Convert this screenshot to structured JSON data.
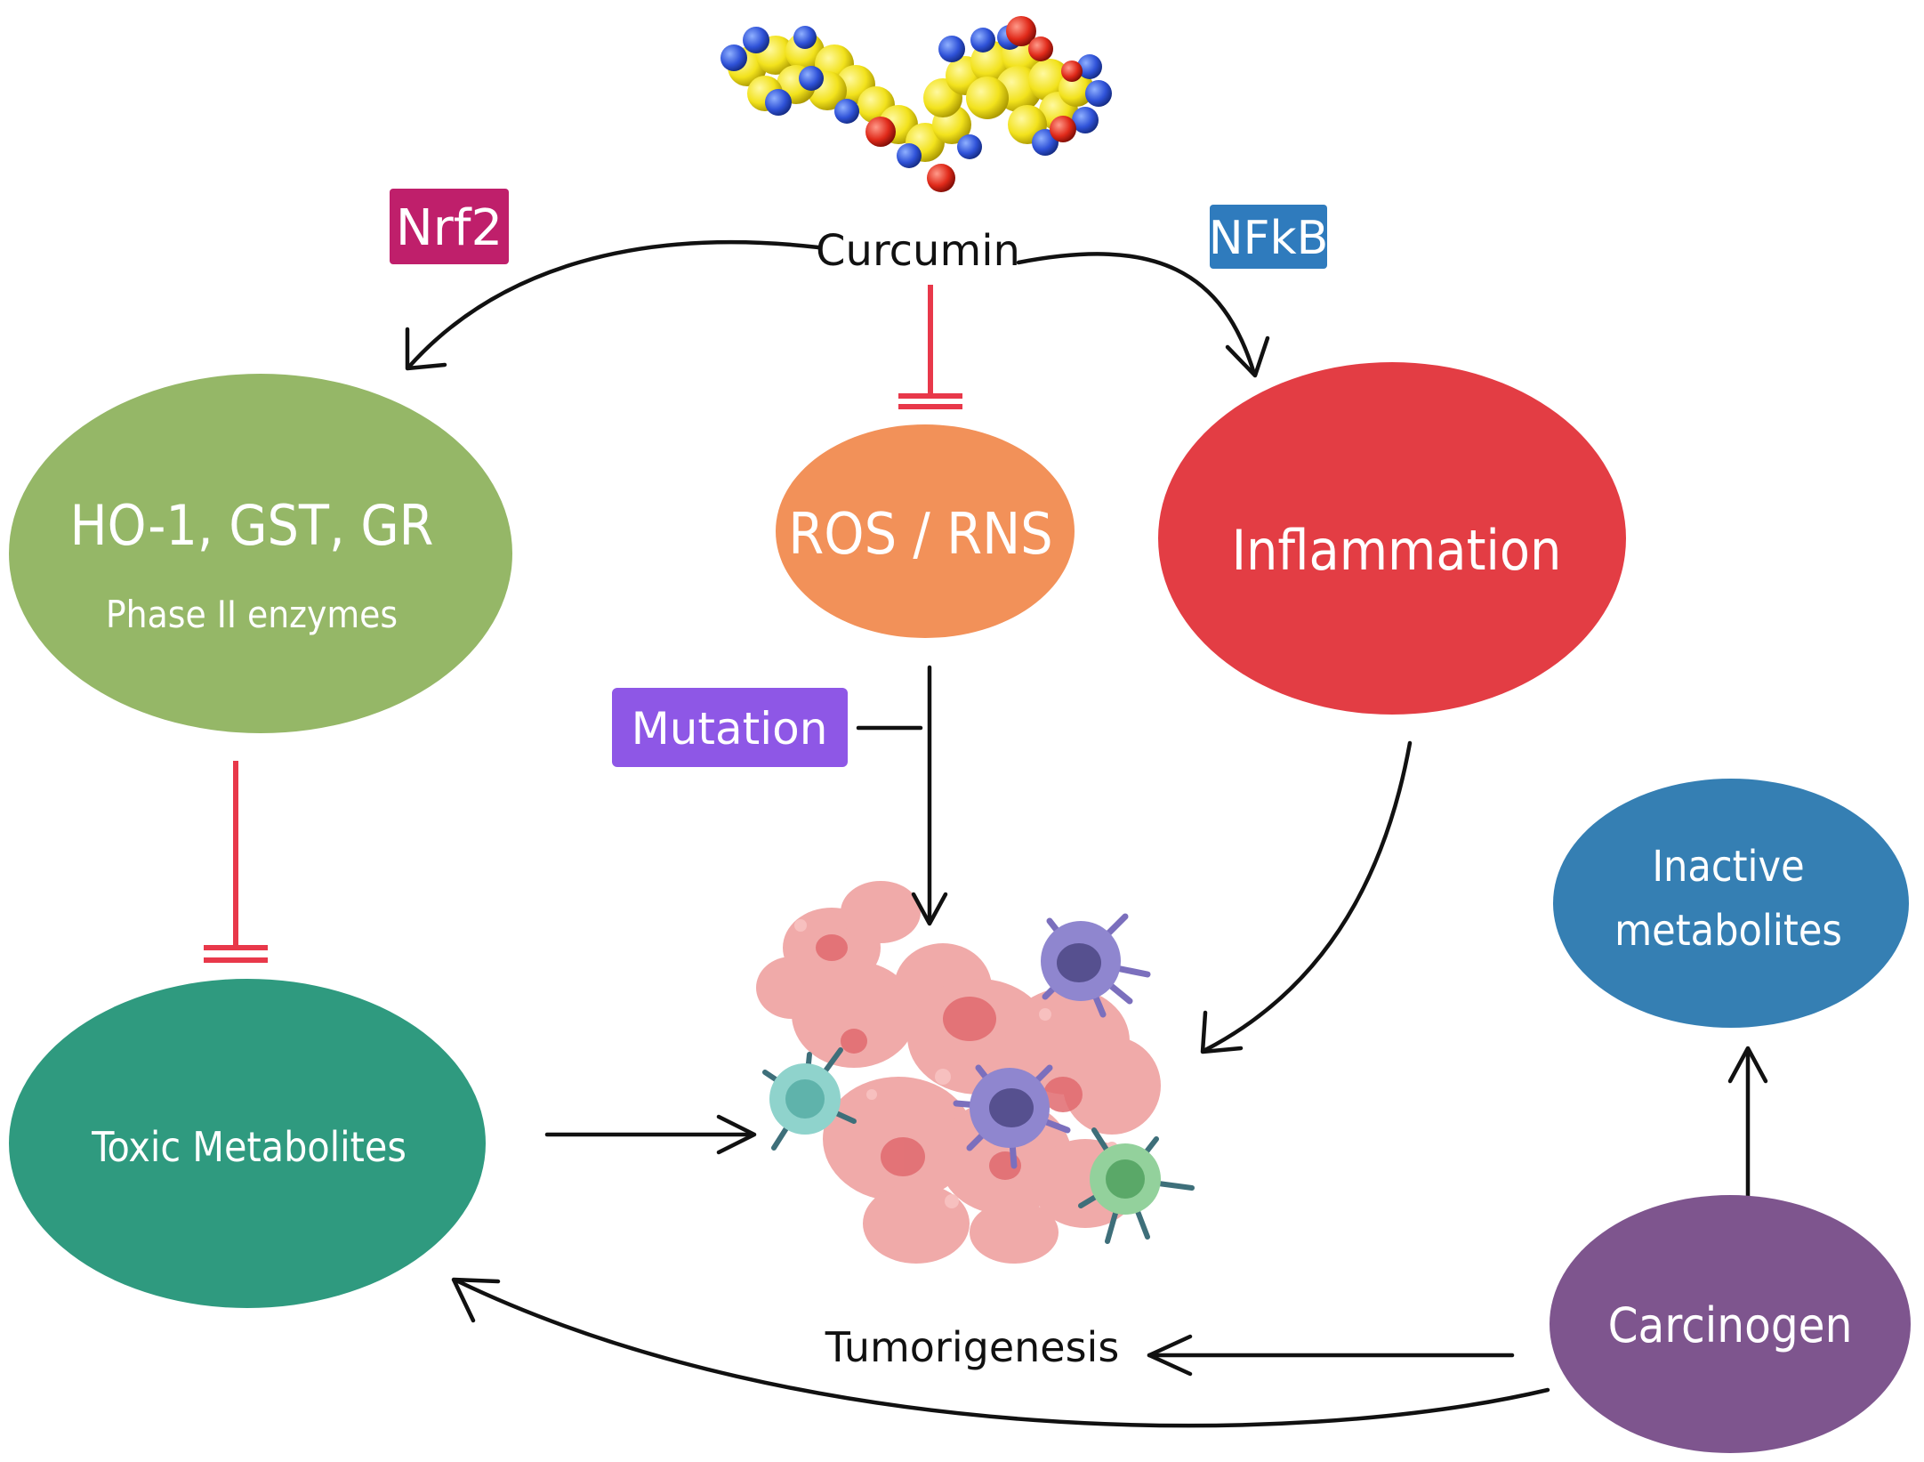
{
  "molecule": {
    "name": "curcumin-molecule"
  },
  "labels": {
    "curcumin": "Curcumin",
    "nrf2": "Nrf2",
    "nfkb": "NFkB",
    "mutation": "Mutation",
    "tumorigenesis": "Tumorigenesis"
  },
  "nodes": {
    "enzymes": {
      "title": "HO-1, GST, GR",
      "subtitle": "Phase II enzymes",
      "color": "#95b767"
    },
    "ros": {
      "title": "ROS / RNS",
      "color": "#f29159"
    },
    "inflammation": {
      "title": "Inflammation",
      "color": "#e33d44"
    },
    "inactive": {
      "line1": "Inactive",
      "line2": "metabolites",
      "color": "#357fb3"
    },
    "toxic": {
      "title": "Toxic Metabolites",
      "color": "#2f9a7f"
    },
    "carcinogen": {
      "title": "Carcinogen",
      "color": "#7e558e"
    }
  },
  "tag_colors": {
    "nrf2": "#bf1f6b",
    "nfkb": "#2f7bbd",
    "mutation": "#8e57e6"
  },
  "inhibitor_color": "#e8384a",
  "tumor_illustration": {
    "name": "tumor-cells-illustration"
  }
}
